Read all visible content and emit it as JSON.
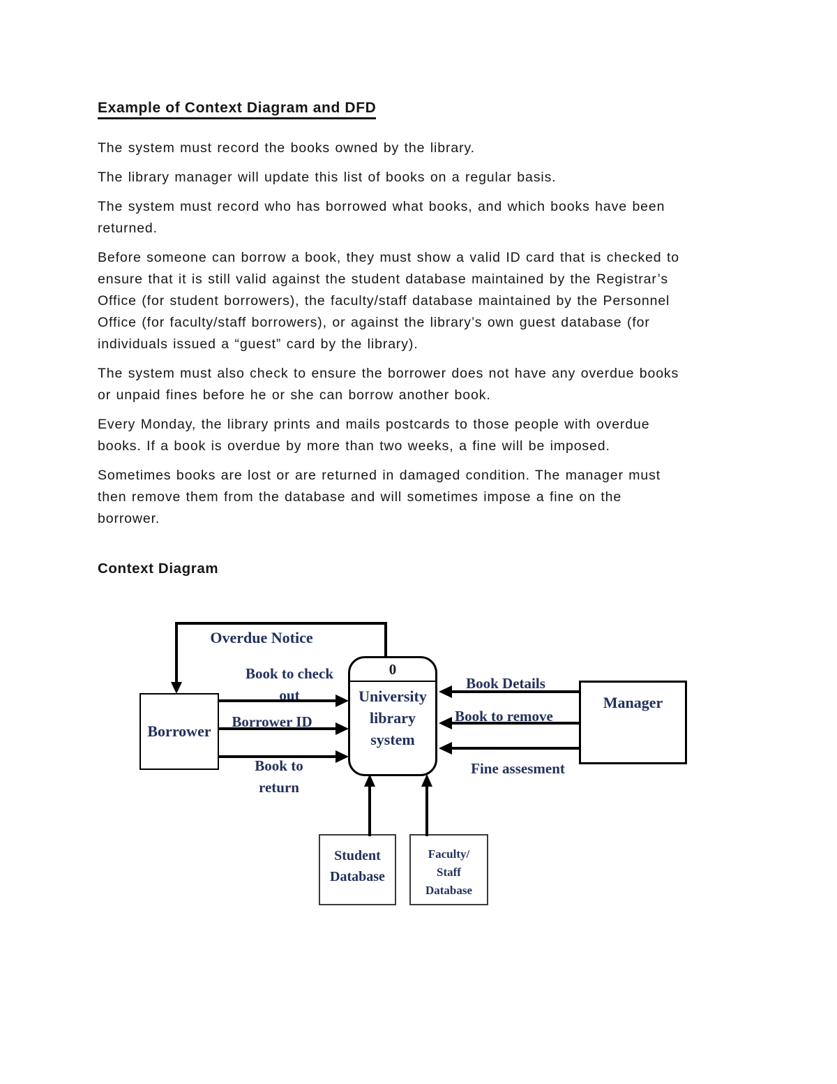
{
  "doc": {
    "title": "Example of Context Diagram and DFD",
    "paragraphs": [
      {
        "lines": [
          "The system must record the books owned by the library."
        ]
      },
      {
        "lines": [
          "The library manager will update this list of books on a regular basis."
        ]
      },
      {
        "lines": [
          "The system must record who has borrowed what books, and which books have been",
          "returned."
        ]
      },
      {
        "lines": [
          "Before someone can borrow a book, they must show a valid ID card that is checked to",
          "ensure that it is still valid against the student database maintained by the Registrar’s",
          "Office (for student borrowers), the faculty/staff database maintained by the Personnel",
          "Office (for faculty/staff borrowers), or against the library’s own guest database (for",
          "individuals issued a “guest” card by the library)."
        ]
      },
      {
        "lines": [
          "The system must also check to ensure the borrower does not have any overdue books",
          "or unpaid fines before he or she can borrow another book."
        ]
      },
      {
        "lines": [
          "Every Monday, the library prints and mails postcards to those people with overdue",
          "books. If a book is overdue by more than two weeks, a fine will be imposed."
        ]
      },
      {
        "lines": [
          "Sometimes books are lost or are returned in damaged condition. The manager must",
          "then remove them from the database and will sometimes impose a fine on the",
          "borrower."
        ]
      }
    ],
    "section_heading": "Context Diagram"
  },
  "diagram": {
    "process": {
      "number": "0",
      "name_lines": [
        "University",
        "library",
        "system"
      ]
    },
    "entities": {
      "borrower": "Borrower",
      "manager": "Manager"
    },
    "datastores": {
      "student": {
        "lines": [
          "Student",
          "Database"
        ]
      },
      "faculty": {
        "lines": [
          "Faculty/",
          "Staff",
          "Database"
        ]
      }
    },
    "flows": {
      "overdue_notice": "Overdue Notice",
      "book_to_check_out": {
        "lines": [
          "Book to check",
          "out"
        ]
      },
      "borrower_id": "Borrower ID",
      "book_to_return": {
        "lines": [
          "Book to",
          "return"
        ]
      },
      "book_details": "Book Details",
      "book_to_remove": "Book to remove",
      "fine_assesment": "Fine assesment"
    },
    "colors": {
      "label_text": "#22315c",
      "line": "#000000"
    }
  }
}
